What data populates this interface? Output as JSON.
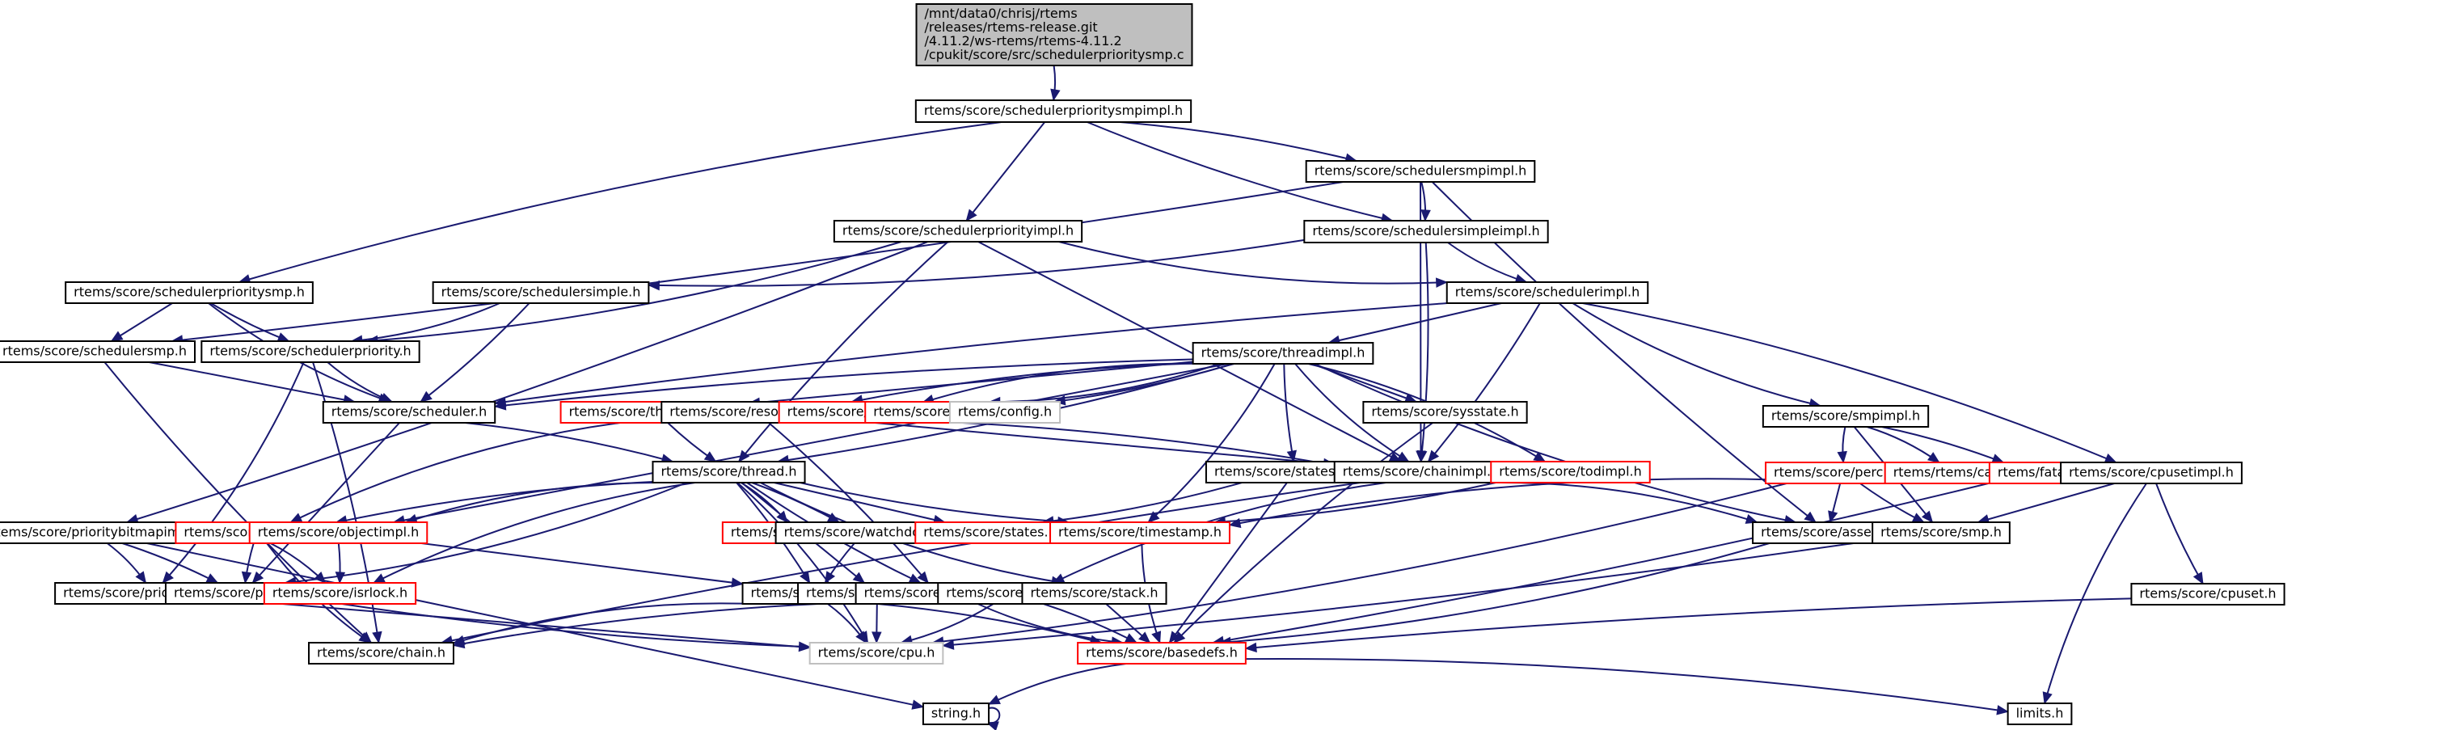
{
  "title": "Include dependency graph for schedulerprioritysmp.c",
  "colors": {
    "edge": "#191970",
    "root_fill": "#bfbfbf",
    "node_border": "#000000",
    "incomplete_border": "#ff0000",
    "external_border": "#bfbfbf"
  },
  "legend_kinds": {
    "root": "root source file (grey filled)",
    "normal": "documented header (black border)",
    "incomplete": "truncated graph node (red border)",
    "external": "undocumented header (grey border)"
  },
  "nodes": [
    {
      "id": "root",
      "kind": "root",
      "lines": [
        "/mnt/data0/chrisj/rtems",
        "/releases/rtems-release.git",
        "/4.11.2/ws-rtems/rtems-4.11.2",
        "/cpukit/score/src/schedulerprioritysmp.c"
      ]
    },
    {
      "id": "sps_impl",
      "kind": "normal",
      "lines": [
        "rtems/score/schedulerprioritysmpimpl.h"
      ]
    },
    {
      "id": "smp_impl",
      "kind": "normal",
      "lines": [
        "rtems/score/schedulersmpimpl.h"
      ]
    },
    {
      "id": "prio_impl",
      "kind": "normal",
      "lines": [
        "rtems/score/schedulerpriorityimpl.h"
      ]
    },
    {
      "id": "simple_impl",
      "kind": "normal",
      "lines": [
        "rtems/score/schedulersimpleimpl.h"
      ]
    },
    {
      "id": "ps_h",
      "kind": "normal",
      "lines": [
        "rtems/score/schedulerprioritysmp.h"
      ]
    },
    {
      "id": "simple_h",
      "kind": "normal",
      "lines": [
        "rtems/score/schedulersimple.h"
      ]
    },
    {
      "id": "sched_impl",
      "kind": "normal",
      "lines": [
        "rtems/score/schedulerimpl.h"
      ]
    },
    {
      "id": "ssmp_h",
      "kind": "normal",
      "lines": [
        "rtems/score/schedulersmp.h"
      ]
    },
    {
      "id": "sprio_h",
      "kind": "normal",
      "lines": [
        "rtems/score/schedulerpriority.h"
      ]
    },
    {
      "id": "threadimpl",
      "kind": "normal",
      "lines": [
        "rtems/score/threadimpl.h"
      ]
    },
    {
      "id": "scheduler_h",
      "kind": "normal",
      "lines": [
        "rtems/score/scheduler.h"
      ]
    },
    {
      "id": "threadqimpl",
      "kind": "incomplete",
      "lines": [
        "rtems/score/threadqimpl.h"
      ]
    },
    {
      "id": "resourceimpl",
      "kind": "normal",
      "lines": [
        "rtems/score/resourceimpl.h"
      ]
    },
    {
      "id": "interr",
      "kind": "incomplete",
      "lines": [
        "rtems/score/interr.h"
      ]
    },
    {
      "id": "isr",
      "kind": "incomplete",
      "lines": [
        "rtems/score/isr.h"
      ]
    },
    {
      "id": "config",
      "kind": "external",
      "lines": [
        "rtems/config.h"
      ]
    },
    {
      "id": "sysstate",
      "kind": "normal",
      "lines": [
        "rtems/score/sysstate.h"
      ]
    },
    {
      "id": "smpimpl",
      "kind": "normal",
      "lines": [
        "rtems/score/smpimpl.h"
      ]
    },
    {
      "id": "thread_h",
      "kind": "normal",
      "lines": [
        "rtems/score/thread.h"
      ]
    },
    {
      "id": "statesimpl",
      "kind": "normal",
      "lines": [
        "rtems/score/statesimpl.h"
      ]
    },
    {
      "id": "chainimpl",
      "kind": "normal",
      "lines": [
        "rtems/score/chainimpl.h"
      ]
    },
    {
      "id": "todimpl",
      "kind": "incomplete",
      "lines": [
        "rtems/score/todimpl.h"
      ]
    },
    {
      "id": "percpu",
      "kind": "incomplete",
      "lines": [
        "rtems/score/percpu.h"
      ]
    },
    {
      "id": "cache",
      "kind": "incomplete",
      "lines": [
        "rtems/rtems/cache.h"
      ]
    },
    {
      "id": "fatal",
      "kind": "incomplete",
      "lines": [
        "rtems/fatal.h"
      ]
    },
    {
      "id": "cpusetimpl",
      "kind": "normal",
      "lines": [
        "rtems/score/cpusetimpl.h"
      ]
    },
    {
      "id": "pbmimpl",
      "kind": "normal",
      "lines": [
        "rtems/score/prioritybitmapimpl.h"
      ]
    },
    {
      "id": "threadq",
      "kind": "incomplete",
      "lines": [
        "rtems/score/threadq.h"
      ]
    },
    {
      "id": "objectimpl",
      "kind": "incomplete",
      "lines": [
        "rtems/score/objectimpl.h"
      ]
    },
    {
      "id": "atomic",
      "kind": "incomplete",
      "lines": [
        "rtems/score/atomic.h"
      ]
    },
    {
      "id": "watchdog",
      "kind": "normal",
      "lines": [
        "rtems/score/watchdog.h"
      ]
    },
    {
      "id": "states",
      "kind": "incomplete",
      "lines": [
        "rtems/score/states.h"
      ]
    },
    {
      "id": "timestamp",
      "kind": "incomplete",
      "lines": [
        "rtems/score/timestamp.h"
      ]
    },
    {
      "id": "assert",
      "kind": "normal",
      "lines": [
        "rtems/score/assert.h"
      ]
    },
    {
      "id": "smp_h",
      "kind": "normal",
      "lines": [
        "rtems/score/smp.h"
      ]
    },
    {
      "id": "pbm_h",
      "kind": "normal",
      "lines": [
        "rtems/score/prioritybitmap.h"
      ]
    },
    {
      "id": "priority",
      "kind": "normal",
      "lines": [
        "rtems/score/priority.h"
      ]
    },
    {
      "id": "isrlock",
      "kind": "incomplete",
      "lines": [
        "rtems/score/isrlock.h"
      ]
    },
    {
      "id": "object",
      "kind": "normal",
      "lines": [
        "rtems/score/object.h"
      ]
    },
    {
      "id": "context",
      "kind": "normal",
      "lines": [
        "rtems/score/context.h"
      ]
    },
    {
      "id": "resource",
      "kind": "normal",
      "lines": [
        "rtems/score/resource.h"
      ]
    },
    {
      "id": "address",
      "kind": "normal",
      "lines": [
        "rtems/score/address.h"
      ]
    },
    {
      "id": "stack",
      "kind": "normal",
      "lines": [
        "rtems/score/stack.h"
      ]
    },
    {
      "id": "cpuset",
      "kind": "normal",
      "lines": [
        "rtems/score/cpuset.h"
      ]
    },
    {
      "id": "chain_h",
      "kind": "normal",
      "lines": [
        "rtems/score/chain.h"
      ]
    },
    {
      "id": "cpu_h",
      "kind": "external",
      "lines": [
        "rtems/score/cpu.h"
      ]
    },
    {
      "id": "basedefs",
      "kind": "incomplete",
      "lines": [
        "rtems/score/basedefs.h"
      ]
    },
    {
      "id": "string",
      "kind": "normal",
      "lines": [
        "string.h"
      ]
    },
    {
      "id": "limits",
      "kind": "normal",
      "lines": [
        "limits.h"
      ]
    }
  ],
  "edges": [
    [
      "root",
      "sps_impl"
    ],
    [
      "sps_impl",
      "smp_impl"
    ],
    [
      "sps_impl",
      "prio_impl"
    ],
    [
      "sps_impl",
      "simple_impl"
    ],
    [
      "sps_impl",
      "ps_h"
    ],
    [
      "smp_impl",
      "simple_impl"
    ],
    [
      "smp_impl",
      "ssmp_h"
    ],
    [
      "smp_impl",
      "chainimpl"
    ],
    [
      "smp_impl",
      "assert"
    ],
    [
      "prio_impl",
      "sched_impl"
    ],
    [
      "prio_impl",
      "sprio_h"
    ],
    [
      "prio_impl",
      "pbmimpl"
    ],
    [
      "prio_impl",
      "chainimpl"
    ],
    [
      "prio_impl",
      "thread_h"
    ],
    [
      "simple_impl",
      "sched_impl"
    ],
    [
      "simple_impl",
      "simple_h"
    ],
    [
      "simple_impl",
      "chainimpl"
    ],
    [
      "ps_h",
      "ssmp_h"
    ],
    [
      "ps_h",
      "sprio_h"
    ],
    [
      "ps_h",
      "scheduler_h"
    ],
    [
      "simple_h",
      "sprio_h"
    ],
    [
      "simple_h",
      "scheduler_h"
    ],
    [
      "sched_impl",
      "threadimpl"
    ],
    [
      "sched_impl",
      "scheduler_h"
    ],
    [
      "sched_impl",
      "smpimpl"
    ],
    [
      "sched_impl",
      "cpusetimpl"
    ],
    [
      "sched_impl",
      "chainimpl"
    ],
    [
      "ssmp_h",
      "scheduler_h"
    ],
    [
      "ssmp_h",
      "chain_h"
    ],
    [
      "sprio_h",
      "scheduler_h"
    ],
    [
      "sprio_h",
      "pbm_h"
    ],
    [
      "sprio_h",
      "chain_h"
    ],
    [
      "threadimpl",
      "threadqimpl"
    ],
    [
      "threadimpl",
      "resourceimpl"
    ],
    [
      "threadimpl",
      "interr"
    ],
    [
      "threadimpl",
      "isr"
    ],
    [
      "threadimpl",
      "config"
    ],
    [
      "threadimpl",
      "sysstate"
    ],
    [
      "threadimpl",
      "statesimpl"
    ],
    [
      "threadimpl",
      "chainimpl"
    ],
    [
      "threadimpl",
      "todimpl"
    ],
    [
      "threadimpl",
      "thread_h"
    ],
    [
      "threadimpl",
      "objectimpl"
    ],
    [
      "threadimpl",
      "scheduler_h"
    ],
    [
      "threadimpl",
      "assert"
    ],
    [
      "threadimpl",
      "timestamp"
    ],
    [
      "scheduler_h",
      "thread_h"
    ],
    [
      "scheduler_h",
      "priority"
    ],
    [
      "threadqimpl",
      "thread_h"
    ],
    [
      "threadqimpl",
      "threadq"
    ],
    [
      "threadqimpl",
      "chainimpl"
    ],
    [
      "resourceimpl",
      "resource"
    ],
    [
      "resourceimpl",
      "chainimpl"
    ],
    [
      "sysstate",
      "basedefs"
    ],
    [
      "smpimpl",
      "percpu"
    ],
    [
      "smpimpl",
      "cache"
    ],
    [
      "smpimpl",
      "fatal"
    ],
    [
      "smpimpl",
      "smp_h"
    ],
    [
      "thread_h",
      "threadq"
    ],
    [
      "thread_h",
      "objectimpl"
    ],
    [
      "thread_h",
      "atomic"
    ],
    [
      "thread_h",
      "watchdog"
    ],
    [
      "thread_h",
      "states"
    ],
    [
      "thread_h",
      "timestamp"
    ],
    [
      "thread_h",
      "isrlock"
    ],
    [
      "thread_h",
      "priority"
    ],
    [
      "thread_h",
      "object"
    ],
    [
      "thread_h",
      "context"
    ],
    [
      "thread_h",
      "resource"
    ],
    [
      "thread_h",
      "stack"
    ],
    [
      "thread_h",
      "cpu_h"
    ],
    [
      "statesimpl",
      "states"
    ],
    [
      "statesimpl",
      "basedefs"
    ],
    [
      "chainimpl",
      "chain_h"
    ],
    [
      "chainimpl",
      "address"
    ],
    [
      "chainimpl",
      "assert"
    ],
    [
      "todimpl",
      "timestamp"
    ],
    [
      "percpu",
      "assert"
    ],
    [
      "percpu",
      "smp_h"
    ],
    [
      "percpu",
      "timestamp"
    ],
    [
      "percpu",
      "cpu_h"
    ],
    [
      "fatal",
      "basedefs"
    ],
    [
      "cpusetimpl",
      "smp_h"
    ],
    [
      "cpusetimpl",
      "cpuset"
    ],
    [
      "cpusetimpl",
      "limits"
    ],
    [
      "pbmimpl",
      "pbm_h"
    ],
    [
      "pbmimpl",
      "priority"
    ],
    [
      "pbmimpl",
      "string"
    ],
    [
      "threadq",
      "priority"
    ],
    [
      "threadq",
      "chain_h"
    ],
    [
      "threadq",
      "isrlock"
    ],
    [
      "objectimpl",
      "isrlock"
    ],
    [
      "objectimpl",
      "object"
    ],
    [
      "watchdog",
      "object"
    ],
    [
      "timestamp",
      "basedefs"
    ],
    [
      "assert",
      "basedefs"
    ],
    [
      "smp_h",
      "cpu_h"
    ],
    [
      "pbm_h",
      "cpu_h"
    ],
    [
      "priority",
      "cpu_h"
    ],
    [
      "object",
      "chain_h"
    ],
    [
      "object",
      "cpu_h"
    ],
    [
      "object",
      "basedefs"
    ],
    [
      "context",
      "cpu_h"
    ],
    [
      "resource",
      "chain_h"
    ],
    [
      "resource",
      "basedefs"
    ],
    [
      "address",
      "cpu_h"
    ],
    [
      "address",
      "basedefs"
    ],
    [
      "stack",
      "basedefs"
    ],
    [
      "cpuset",
      "basedefs"
    ],
    [
      "basedefs",
      "string"
    ],
    [
      "basedefs",
      "limits"
    ],
    [
      "string",
      "string"
    ]
  ]
}
